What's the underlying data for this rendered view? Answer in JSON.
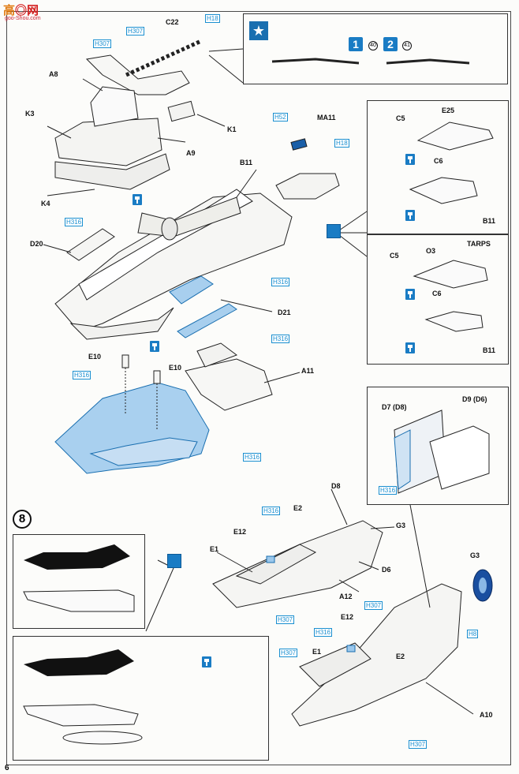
{
  "watermark": {
    "brand_a": "高",
    "brand_b": "网",
    "sub": "goo-Shou.com"
  },
  "page_number": "6",
  "step_number": "8",
  "star": "★",
  "hull_ids": {
    "h307": "H307",
    "h18": "H18",
    "h52": "H52",
    "h316": "H316",
    "h8": "H8"
  },
  "labels": {
    "c22": "C22",
    "a8": "A8",
    "k3": "K3",
    "k1": "K1",
    "a9": "A9",
    "k4": "K4",
    "ma11": "MA11",
    "b11": "B11",
    "d20": "D20",
    "d21": "D21",
    "e10": "E10",
    "a11": "A11",
    "d8": "D8",
    "g3": "G3",
    "e12": "E12",
    "e2": "E2",
    "e1": "E1",
    "d6": "D6",
    "a12": "A12",
    "a10": "A10",
    "c5": "C5",
    "e25": "E25",
    "c6": "C6",
    "o3": "O3",
    "tarps": "TARPS",
    "d7": "D7 (D8)",
    "d9": "D9 (D6)"
  },
  "options": {
    "one": "1",
    "two": "2",
    "c40": "40",
    "c41": "41"
  }
}
